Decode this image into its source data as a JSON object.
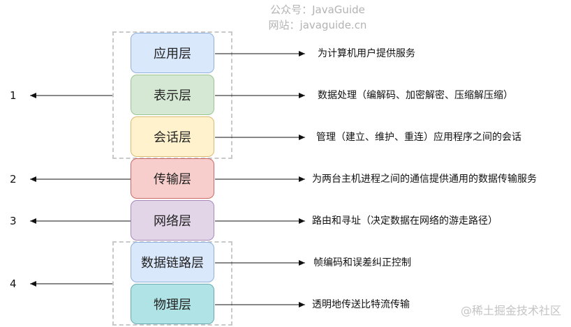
{
  "watermark": {
    "line1": "公众号：JavaGuide",
    "line2": "网站：javaguide.cn"
  },
  "brand": "@稀土掘金技术社区",
  "layers": [
    {
      "name": "应用层",
      "description": "为计算机用户提供服务",
      "color": "#dae8fc"
    },
    {
      "name": "表示层",
      "description": "数据处理（编解码、加密解密、压缩解压缩）",
      "color": "#d5e8d4"
    },
    {
      "name": "会话层",
      "description": "管理（建立、维护、重连）应用程序之间的会话",
      "color": "#fff2cc"
    },
    {
      "name": "传输层",
      "description": "为两台主机进程之间的通信提供通用的数据传输服务",
      "color": "#f8cecc"
    },
    {
      "name": "网络层",
      "description": "路由和寻址（决定数据在网络的游走路径）",
      "color": "#e1d5e7"
    },
    {
      "name": "数据链路层",
      "description": "帧编码和误差纠正控制",
      "color": "#dae8fc"
    },
    {
      "name": "物理层",
      "description": "透明地传送比特流传输",
      "color": "#b0e3e6"
    }
  ],
  "groups": [
    {
      "label": "1"
    },
    {
      "label": "2"
    },
    {
      "label": "3"
    },
    {
      "label": "4"
    }
  ]
}
